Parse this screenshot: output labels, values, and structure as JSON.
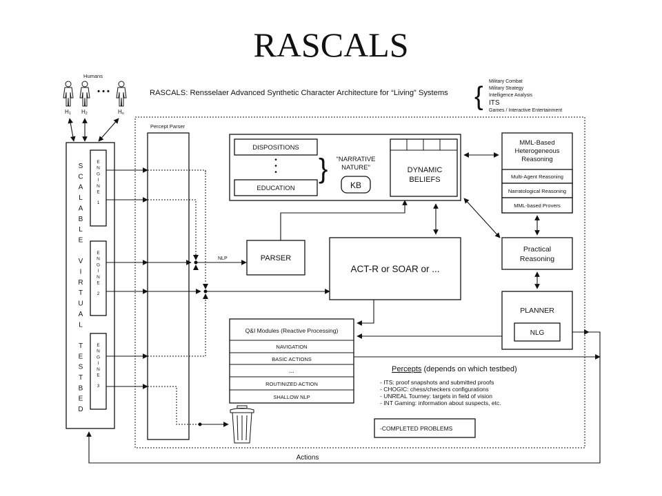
{
  "title": "RASCALS",
  "subtitle": "RASCALS: Rensselaer Advanced Synthetic Character Architecture for “Living” Systems",
  "humans": {
    "label": "Humans",
    "h1": "H",
    "h1_sub": "1",
    "h2": "H",
    "h2_sub": "2",
    "hn": "H",
    "hn_sub": "n",
    "ellipsis": "• • •"
  },
  "applications": [
    "Military Combat",
    "Military Strategy",
    "Intelligence Analysis",
    "ITS",
    "Games / Interactive Entertainment"
  ],
  "testbed": {
    "letters": [
      "S",
      "C",
      "A",
      "L",
      "A",
      "B",
      "L",
      "E",
      "",
      "V",
      "I",
      "R",
      "T",
      "U",
      "A",
      "L",
      "",
      "T",
      "E",
      "S",
      "T",
      "B",
      "E",
      "D"
    ],
    "engines": [
      {
        "letters": [
          "E",
          "N",
          "G",
          "I",
          "N",
          "E"
        ],
        "number": "1"
      },
      {
        "letters": [
          "E",
          "N",
          "G",
          "I",
          "N",
          "E"
        ],
        "number": "2"
      },
      {
        "letters": [
          "E",
          "N",
          "G",
          "I",
          "N",
          "E"
        ],
        "number": "3"
      }
    ]
  },
  "percept_parser": "Percept Parser",
  "kb": {
    "dispositions": "DISPOSITIONS",
    "dots": "• • •",
    "education": "EDUCATION",
    "narrative": [
      "\"NARRATIVE",
      "NATURE\""
    ],
    "kb": "KB",
    "dynamic_beliefs": [
      "DYNAMIC",
      "BELIEFS"
    ]
  },
  "mml": {
    "title": [
      "MML-Based",
      "Heterogeneous",
      "Reasoning"
    ],
    "items": [
      "Multi-Agent Reasoning",
      "Narratological Reasoning",
      "MML-based Provers"
    ]
  },
  "nlp_label": "NLP",
  "parser": "PARSER",
  "actr": "ACT-R or SOAR or ...",
  "practical": [
    "Practical",
    "Reasoning"
  ],
  "planner": "PLANNER",
  "nlg": "NLG",
  "qi": {
    "title": "Q&I Modules (Reactive Processing)",
    "items": [
      "NAVIGATION",
      "BASIC ACTIONS",
      "...",
      "ROUTINIZED ACTION",
      "SHALLOW NLP"
    ]
  },
  "percepts": {
    "title": "Percepts",
    "title_note": " (depends on which testbed)",
    "items": [
      "- ITS: proof snapshots and submitted proofs",
      "- CHOGIC: chess/checkers configurations",
      "- UNREAL Tourney:  targets in field of vision",
      "- INT Gaming:  information about suspects, etc."
    ],
    "completed": "-COMPLETED PROBLEMS"
  },
  "actions": "Actions"
}
